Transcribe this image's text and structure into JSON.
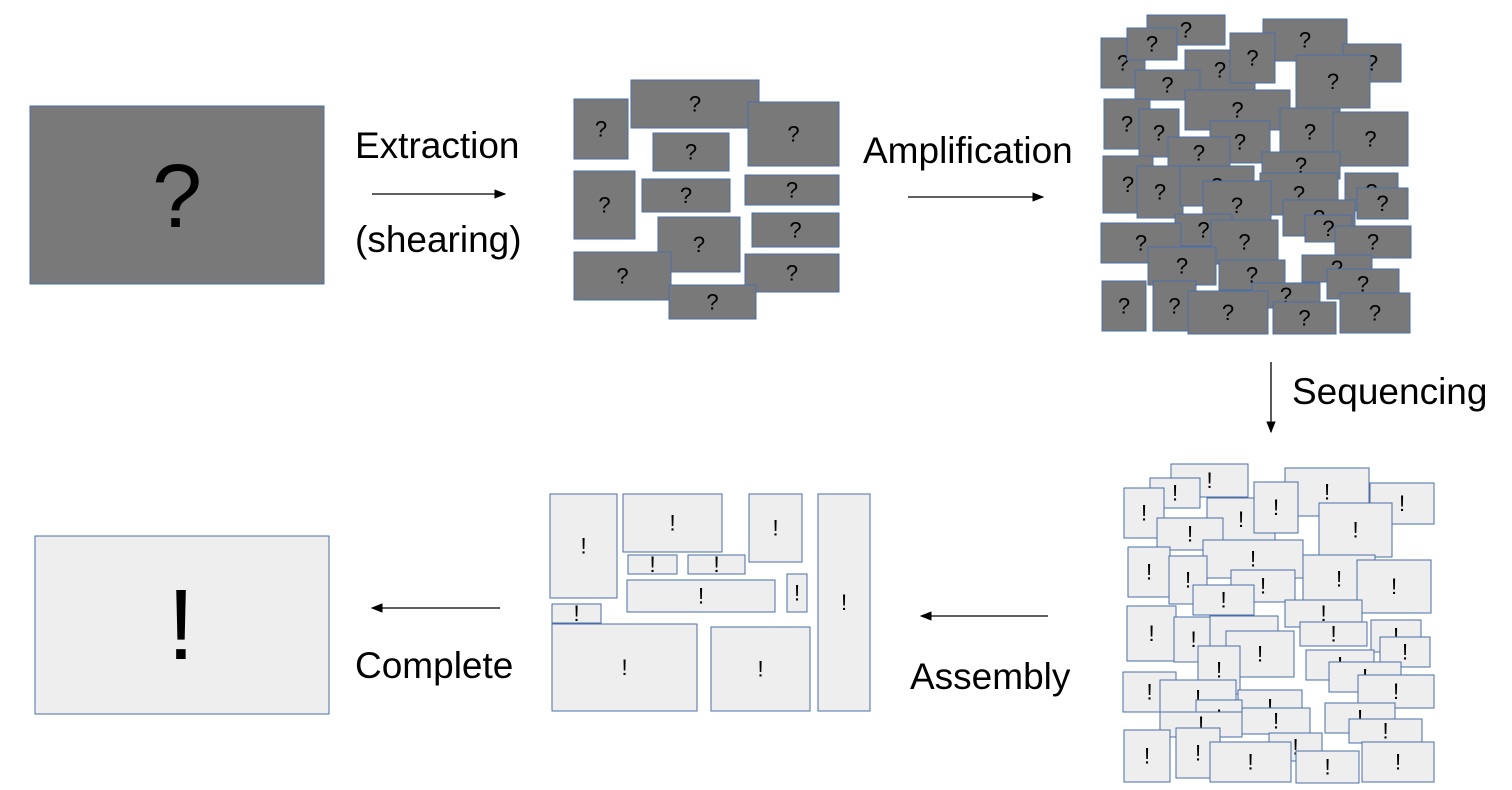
{
  "diagram": {
    "steps": [
      {
        "label": "Extraction"
      },
      {
        "label": "(shearing)"
      },
      {
        "label": "Amplification"
      },
      {
        "label": "Sequencing"
      },
      {
        "label": "Assembly"
      },
      {
        "label": "Complete"
      }
    ],
    "unknown_symbol": "?",
    "known_symbol": "!",
    "colors": {
      "unknown_fill": "#797979",
      "known_fill": "#eeeeee",
      "box_border": "#4a6fa5"
    }
  }
}
